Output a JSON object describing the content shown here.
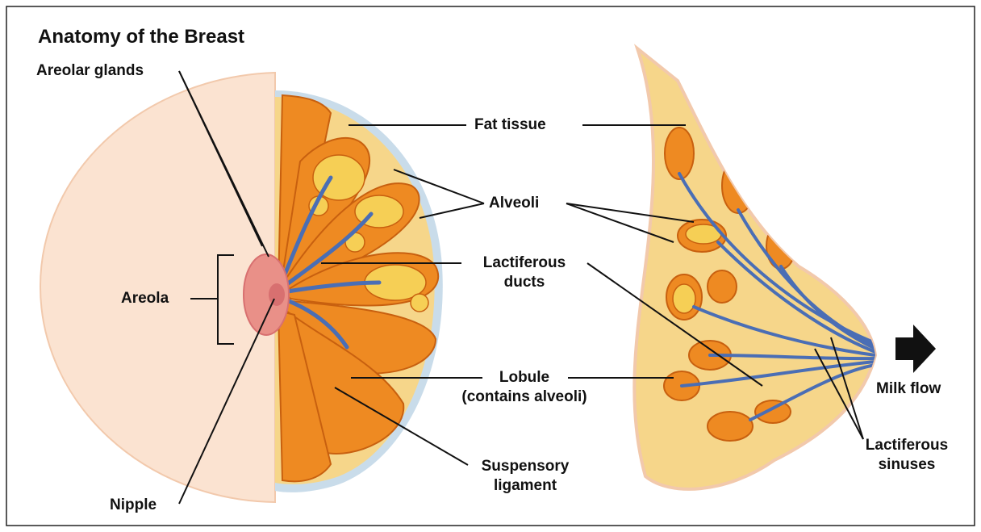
{
  "title": "Anatomy of the Breast",
  "labels": {
    "areolar_glands": "Areolar glands",
    "areola": "Areola",
    "nipple": "Nipple",
    "fat_tissue": "Fat tissue",
    "alveoli": "Alveoli",
    "lactiferous_ducts_line1": "Lactiferous",
    "lactiferous_ducts_line2": "ducts",
    "lobule_line1": "Lobule",
    "lobule_line2": "(contains alveoli)",
    "suspensory_line1": "Suspensory",
    "suspensory_line2": "ligament",
    "milk_flow": "Milk flow",
    "sinuses_line1": "Lactiferous",
    "sinuses_line2": "sinuses"
  },
  "colors": {
    "skin": "#fbe3d1",
    "skin_edge": "#f2c9ac",
    "areola": "#e99088",
    "fat": "#f6d68a",
    "lobule": "#ee8a22",
    "lobule_dark": "#c8600f",
    "alveoli": "#f6cf55",
    "duct": "#4a6eb5",
    "ligament": "#c9dcea",
    "leader": "#111111",
    "arrow": "#111111"
  }
}
